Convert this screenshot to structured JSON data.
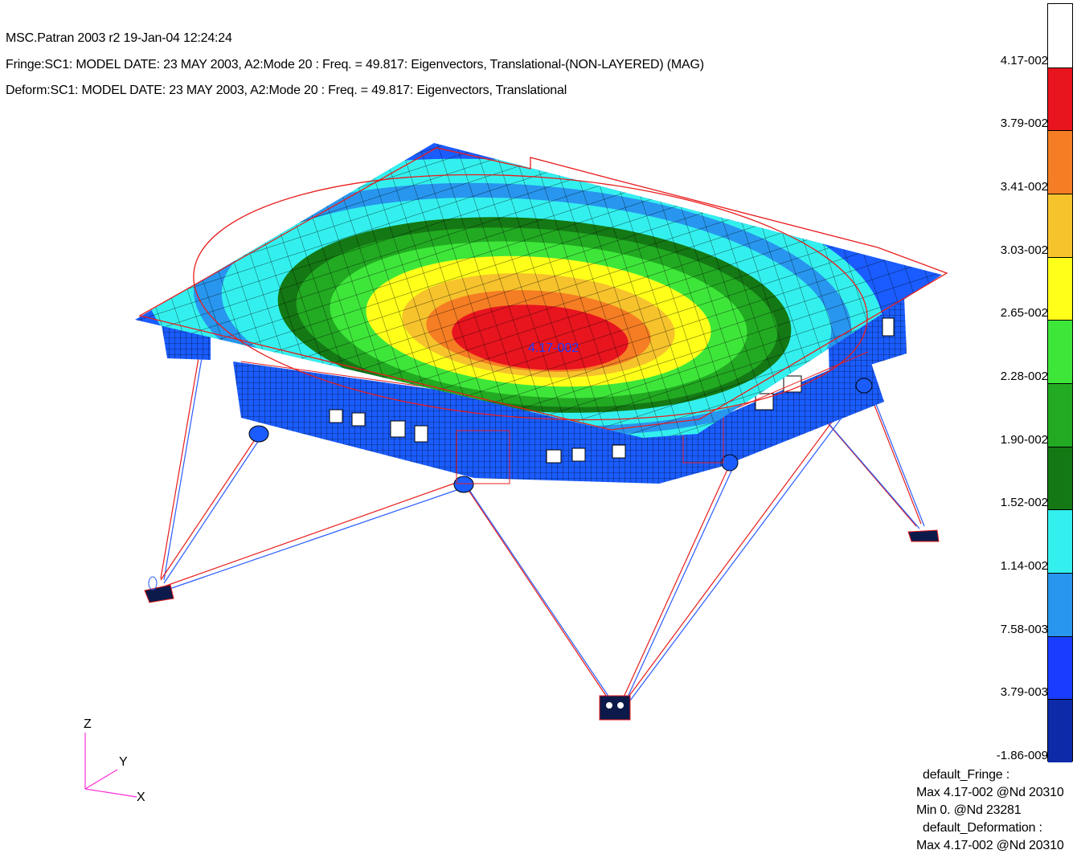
{
  "header": {
    "line1": "MSC.Patran 2003 r2 19-Jan-04 12:24:24",
    "line2": "Fringe:SC1: MODEL DATE: 23 MAY 2003, A2:Mode 20 : Freq. = 49.817: Eigenvectors, Translational-(NON-LAYERED) (MAG)",
    "line3": "Deform:SC1: MODEL DATE: 23 MAY 2003, A2:Mode 20 : Freq. = 49.817: Eigenvectors, Translational"
  },
  "model": {
    "max_marker": "4.17-002"
  },
  "legend": {
    "labels": [
      "4.17-002",
      "3.79-002",
      "3.41-002",
      "3.03-002",
      "2.65-002",
      "2.28-002",
      "1.90-002",
      "1.52-002",
      "1.14-002",
      "7.58-003",
      "3.79-003",
      "-1.86-009"
    ],
    "colors": [
      "#ffffff",
      "#e8141e",
      "#f57d23",
      "#f6c32c",
      "#ffff19",
      "#3ee63a",
      "#22aa22",
      "#147814",
      "#33f0ee",
      "#2896ee",
      "#1a3cff",
      "#0d2aa8"
    ]
  },
  "footer": {
    "l1": "default_Fringe :",
    "l2": "Max 4.17-002 @Nd 20310",
    "l3": "Min  0. @Nd 23281",
    "l4": "default_Deformation :",
    "l5": "Max 4.17-002 @Nd 20310"
  },
  "axes": {
    "z": "Z",
    "y": "Y",
    "x": "X"
  }
}
